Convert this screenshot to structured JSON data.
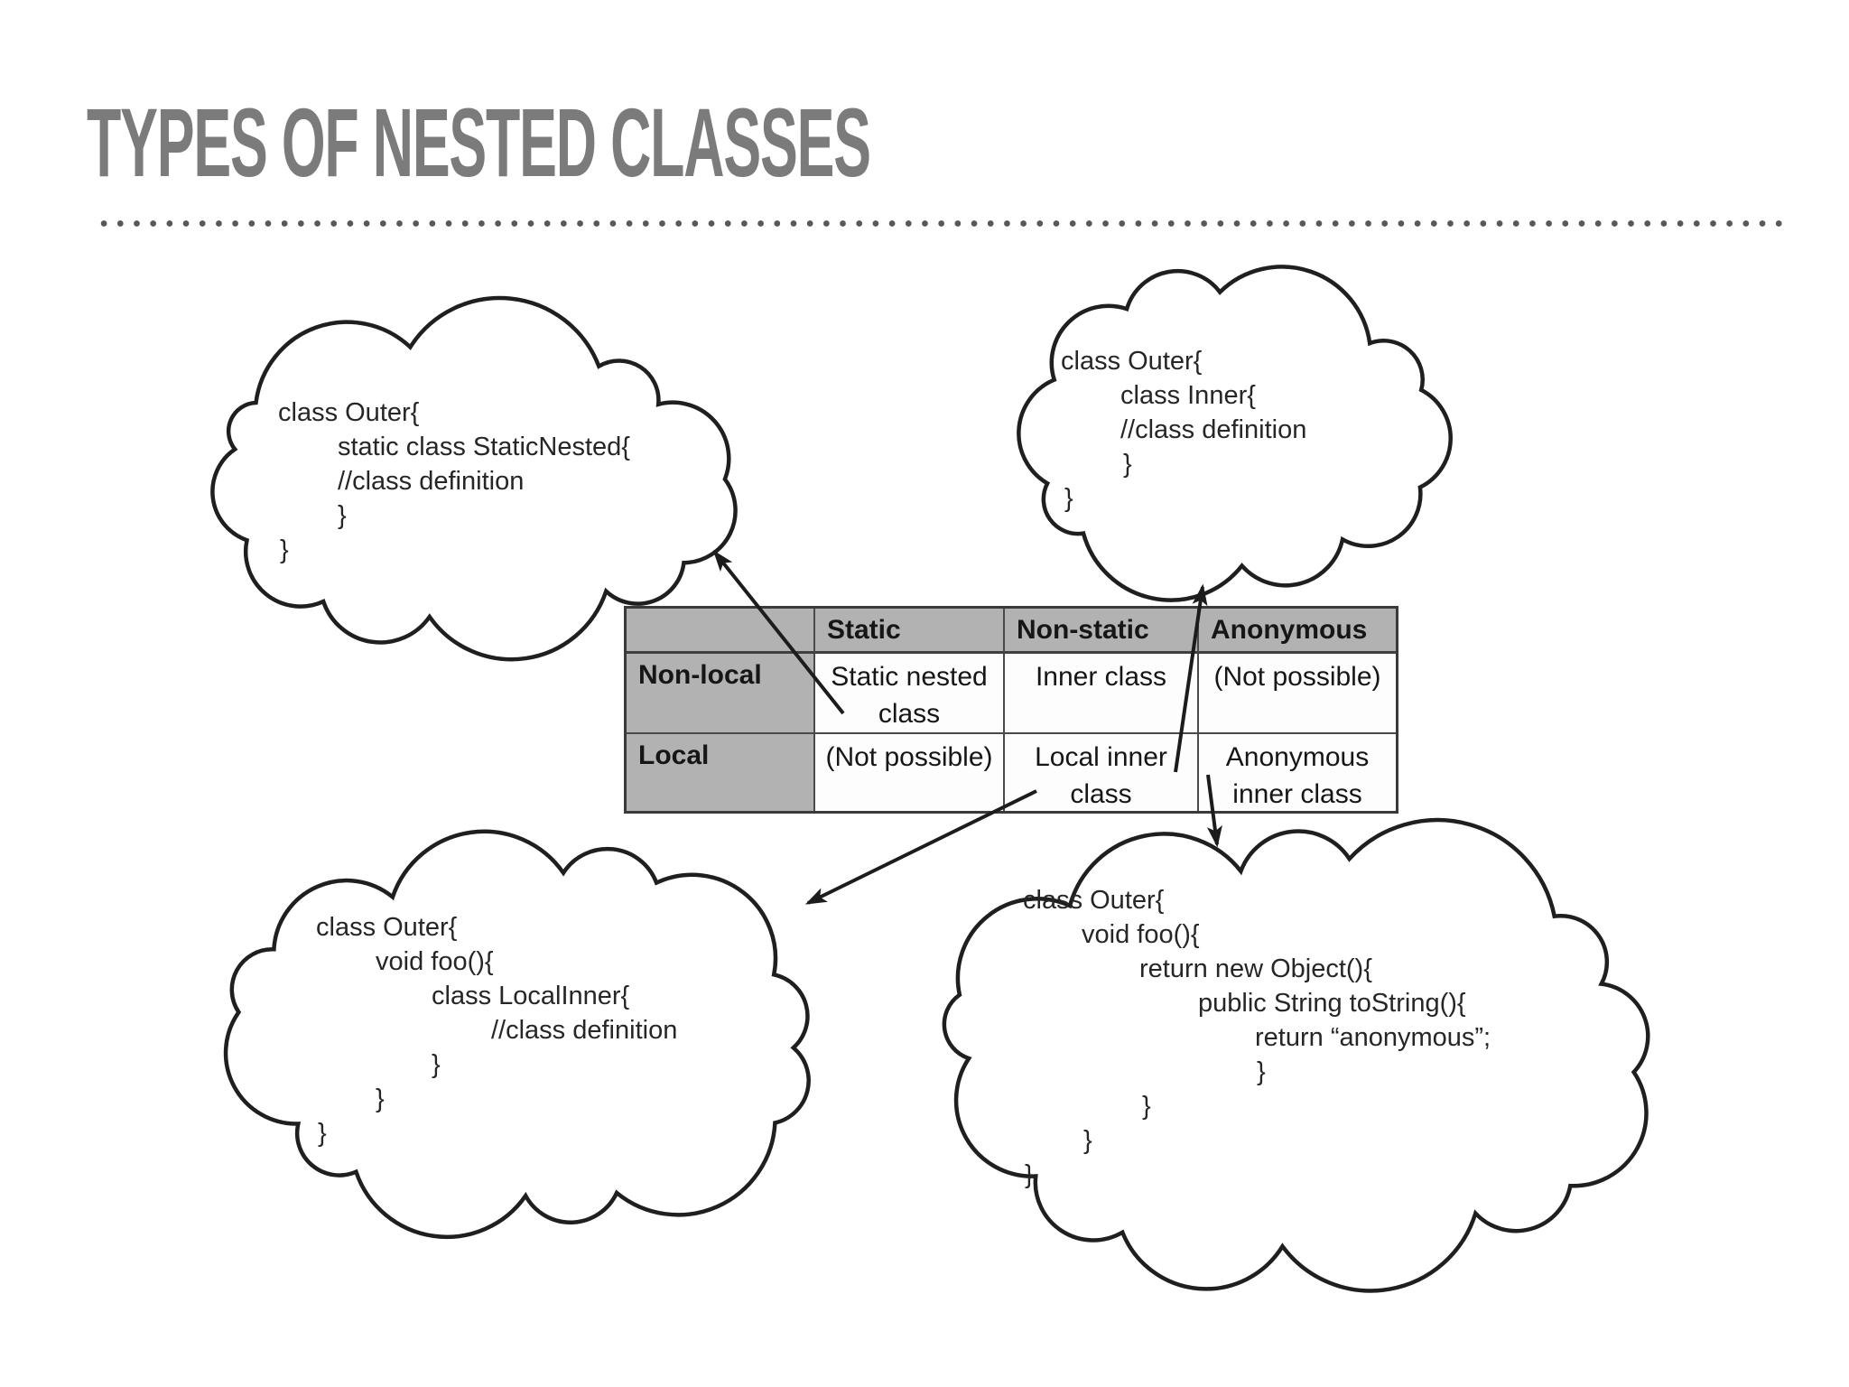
{
  "title": "TYPES OF NESTED CLASSES",
  "table": {
    "col_headers": [
      "",
      "Static",
      "Non-static",
      "Anonymous"
    ],
    "rows": [
      {
        "label": "Non-local",
        "cells": [
          "Static nested class",
          "Inner class",
          "(Not possible)"
        ]
      },
      {
        "label": "Local",
        "cells": [
          "(Not possible)",
          "Local inner class",
          "Anonymous inner class"
        ]
      }
    ]
  },
  "clouds": {
    "top_left": {
      "lines": [
        "class Outer{",
        "static class StaticNested{",
        "//class definition",
        "}",
        "}"
      ]
    },
    "top_right": {
      "lines": [
        "class Outer{",
        "class Inner{",
        "//class definition",
        "}",
        "}"
      ]
    },
    "bottom_left": {
      "lines": [
        "class Outer{",
        "void foo(){",
        "class LocalInner{",
        "//class definition",
        "}",
        "}",
        "}"
      ]
    },
    "bottom_right": {
      "lines": [
        "class Outer{",
        "void foo(){",
        "return new Object(){",
        "public String toString(){",
        "return “anonymous”;",
        "}",
        "}",
        "}",
        "}"
      ]
    }
  },
  "colors": {
    "title_gray": "#7b7b7b",
    "table_header_gray": "#b2b2b2",
    "ink_black": "#1c1c1c",
    "divider_dot_gray": "#585858"
  }
}
